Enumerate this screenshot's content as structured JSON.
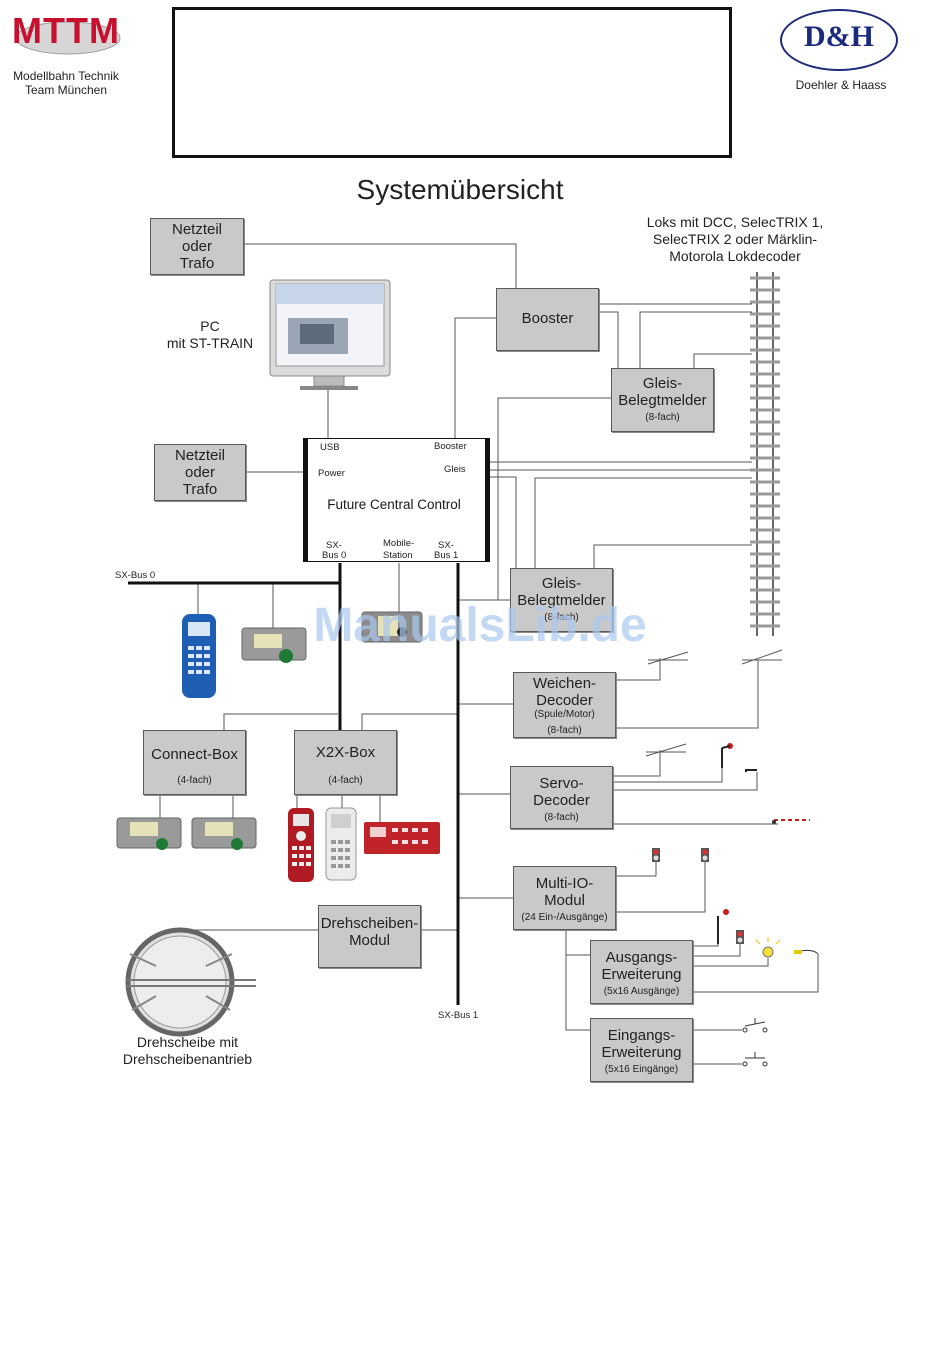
{
  "header": {
    "mttm_logo": "MTTM",
    "mttm_subtitle_1": "Modellbahn Technik",
    "mttm_subtitle_2": "Team München",
    "dh_logo": "D&H",
    "dh_subtitle": "Doehler & Haass"
  },
  "title": "Systemübersicht",
  "track_caption": [
    "Loks mit DCC, SelecTRIX 1,",
    "SelecTRIX 2 oder Märklin-",
    "Motorola Lokdecoder"
  ],
  "pc_label": [
    "PC",
    "mit ST-TRAIN"
  ],
  "power_top": [
    "Netzteil",
    "oder",
    "Trafo"
  ],
  "power_mid": [
    "Netzteil",
    "oder",
    "Trafo"
  ],
  "booster": "Booster",
  "gleis_1": {
    "line1": "Gleis-",
    "line2": "Belegtmelder",
    "sub": "(8-fach)"
  },
  "gleis_2": {
    "line1": "Gleis-",
    "line2": "Belegtmelder",
    "sub": "(8-fach)"
  },
  "fcc": {
    "title": "Future Central Control",
    "usb": "USB",
    "power": "Power",
    "booster": "Booster",
    "gleis": "Gleis",
    "sx0": [
      "SX-",
      "Bus 0"
    ],
    "mobile": [
      "Mobile-",
      "Station"
    ],
    "sx1": [
      "SX-",
      "Bus 1"
    ]
  },
  "sxbus0_label": "SX-Bus 0",
  "sxbus1_label": "SX-Bus 1",
  "weichen": {
    "line1": "Weichen-",
    "line2": "Decoder",
    "sub1": "(Spule/Motor)",
    "sub2": "(8-fach)"
  },
  "servo": {
    "line1": "Servo-",
    "line2": "Decoder",
    "sub": "(8-fach)"
  },
  "multiio": {
    "line1": "Multi-IO-",
    "line2": "Modul",
    "sub": "(24 Ein-/Ausgänge)"
  },
  "ausgang": {
    "line1": "Ausgangs-",
    "line2": "Erweiterung",
    "sub": "(5x16 Ausgänge)"
  },
  "eingang": {
    "line1": "Eingangs-",
    "line2": "Erweiterung",
    "sub": "(5x16 Eingänge)"
  },
  "connect": {
    "line1": "Connect-Box",
    "sub": "(4-fach)"
  },
  "x2x": {
    "line1": "X2X-Box",
    "sub": "(4-fach)"
  },
  "drehmodul": {
    "line1": "Drehscheiben-",
    "line2": "Modul"
  },
  "turntable_caption": [
    "Drehscheibe mit",
    "Drehscheibenantrieb"
  ],
  "watermark": "ManualsLib.de",
  "colors": {
    "box_fill": "#c9c9c9",
    "box_border": "#5a5a5a",
    "mttm_red": "#c8102e",
    "dh_blue": "#1b2a7a",
    "watermark": "#a9c8ef",
    "handset_blue": "#1f5fb3",
    "handset_red": "#b01a22"
  }
}
